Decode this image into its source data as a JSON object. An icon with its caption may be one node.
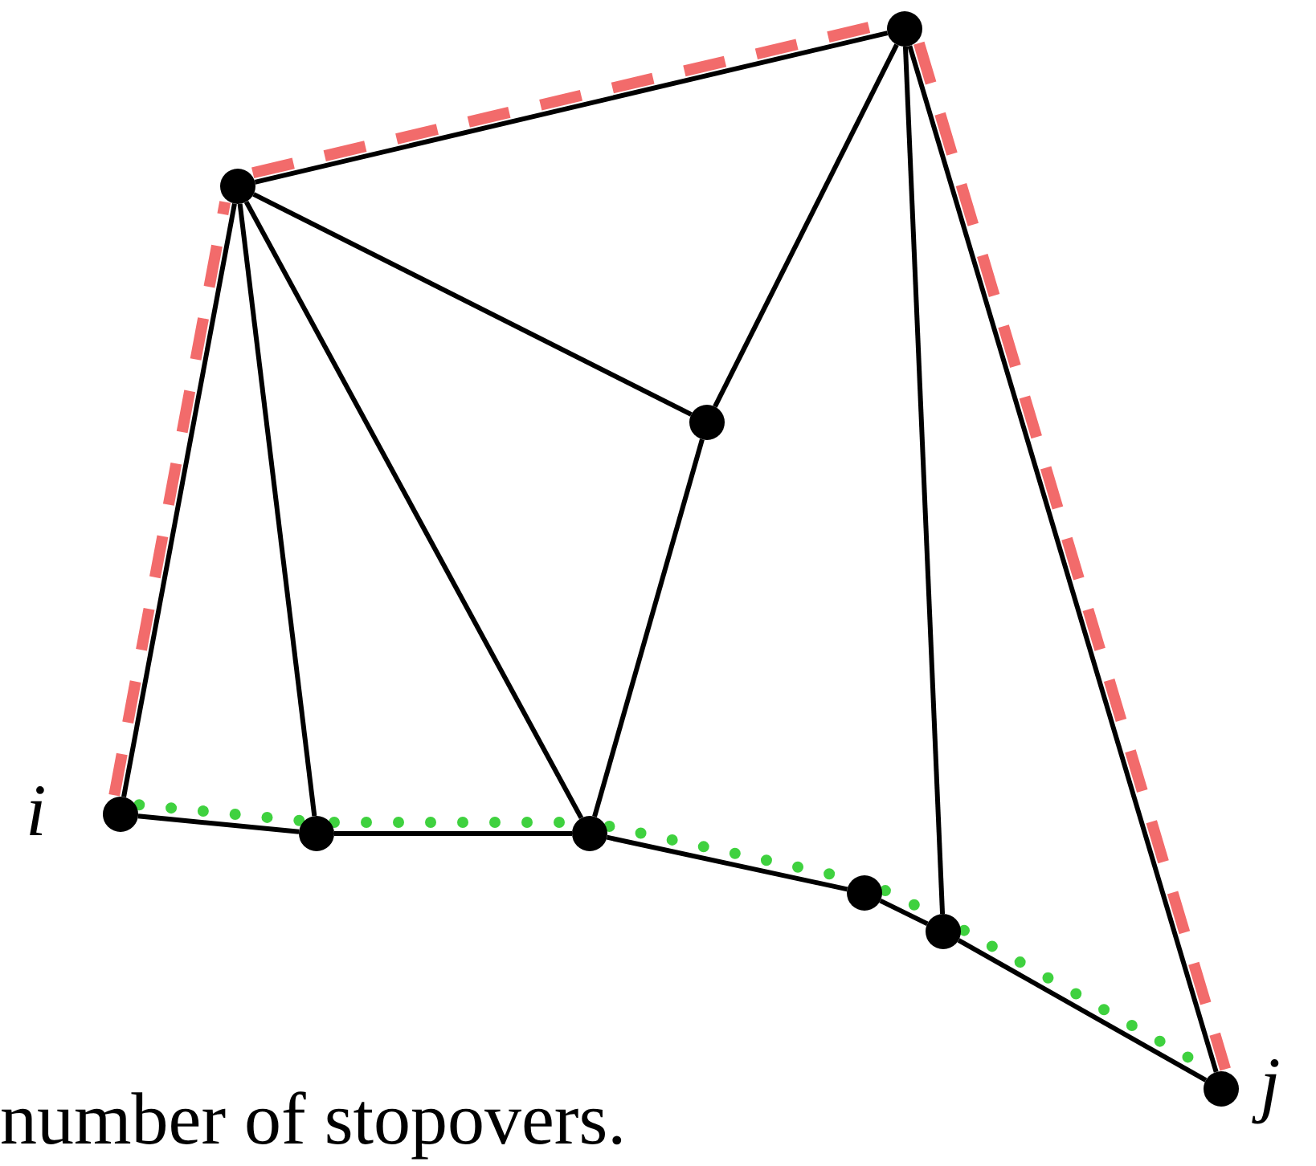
{
  "diagram": {
    "nodes": [
      {
        "text": [],
        "shape": "circle"
      },
      {
        "text": [],
        "shape": "circle"
      },
      {
        "text": [],
        "shape": "circle"
      },
      {
        "text": [],
        "shape": "circle",
        "beside": [
          "i"
        ]
      },
      {
        "text": [],
        "shape": "circle"
      },
      {
        "text": [],
        "shape": "circle"
      },
      {
        "text": [],
        "shape": "circle"
      },
      {
        "text": [],
        "shape": "circle"
      },
      {
        "text": [],
        "shape": "circle",
        "beside": [
          "j"
        ]
      }
    ],
    "edges": [
      {
        "from": 3,
        "to": 4,
        "arrow": "none"
      },
      {
        "from": 4,
        "to": 5,
        "arrow": "none"
      },
      {
        "from": 5,
        "to": 6,
        "arrow": "none"
      },
      {
        "from": 6,
        "to": 7,
        "arrow": "none"
      },
      {
        "from": 7,
        "to": 8,
        "arrow": "none"
      },
      {
        "from": 3,
        "to": 1,
        "arrow": "none"
      },
      {
        "from": 1,
        "to": 4,
        "arrow": "none"
      },
      {
        "from": 1,
        "to": 5,
        "arrow": "none"
      },
      {
        "from": 1,
        "to": 0,
        "arrow": "none"
      },
      {
        "from": 1,
        "to": 2,
        "arrow": "none"
      },
      {
        "from": 2,
        "to": 0,
        "arrow": "none"
      },
      {
        "from": 2,
        "to": 5,
        "arrow": "none"
      },
      {
        "from": 0,
        "to": 7,
        "arrow": "none"
      },
      {
        "from": 0,
        "to": 8,
        "arrow": "none"
      },
      {
        "from": 3,
        "to": 1,
        "arrow": "none",
        "style": "dashed",
        "color": "#f26b6b"
      },
      {
        "from": 1,
        "to": 0,
        "arrow": "none",
        "style": "dashed",
        "color": "#f26b6b"
      },
      {
        "from": 0,
        "to": 8,
        "arrow": "none",
        "style": "dashed",
        "color": "#f26b6b"
      },
      {
        "from": 3,
        "to": 4,
        "arrow": "none",
        "style": "dashed",
        "color": "#3fd13f"
      },
      {
        "from": 4,
        "to": 5,
        "arrow": "none",
        "style": "dashed",
        "color": "#3fd13f"
      },
      {
        "from": 5,
        "to": 6,
        "arrow": "none",
        "style": "dashed",
        "color": "#3fd13f"
      },
      {
        "from": 6,
        "to": 7,
        "arrow": "none",
        "style": "dashed",
        "color": "#3fd13f"
      },
      {
        "from": 7,
        "to": 8,
        "arrow": "none",
        "style": "dashed",
        "color": "#3fd13f"
      }
    ],
    "labels": [
      "number of stopovers."
    ]
  }
}
